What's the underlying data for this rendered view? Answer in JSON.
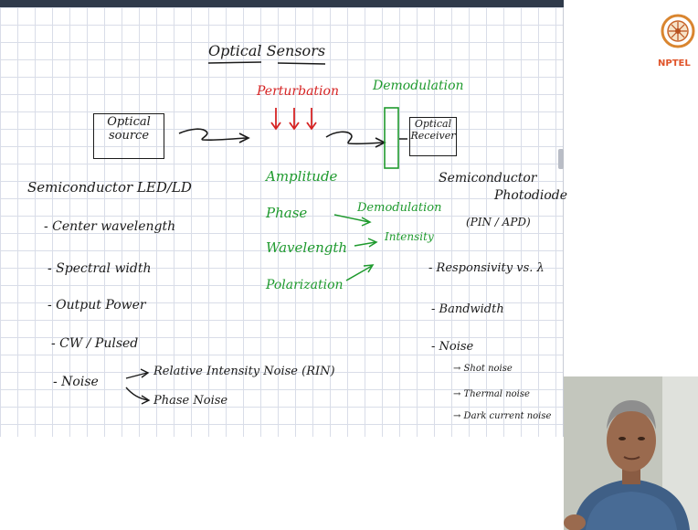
{
  "title": "Optical Sensors",
  "flow": {
    "source_line1": "Optical",
    "source_line2": "source",
    "perturbation": "Perturbation",
    "demodulation": "Demodulation",
    "receiver_line1": "Optical",
    "receiver_line2": "Receiver"
  },
  "left": {
    "heading": "Semiconductor LED/LD",
    "items": [
      "- Center wavelength",
      "- Spectral width",
      "- Output Power",
      "- CW / Pulsed",
      "- Noise"
    ],
    "noise_sub1": "Relative Intensity Noise (RIN)",
    "noise_sub2": "Phase Noise"
  },
  "middle": {
    "items": [
      "Amplitude",
      "Phase",
      "Wavelength",
      "Polarization"
    ],
    "demodulation": "Demodulation",
    "intensity": "Intensity"
  },
  "right": {
    "heading_line1": "Semiconductor",
    "heading_line2": "Photodiode",
    "heading_line3": "(PIN / APD)",
    "items": [
      "- Responsivity vs. λ",
      "- Bandwidth",
      "- Noise"
    ],
    "noise_subs": [
      "→ Shot noise",
      "→ Thermal noise",
      "→ Dark current noise"
    ]
  },
  "logo_text": "NPTEL",
  "colors": {
    "ink": "#1a1a1a",
    "red": "#d62424",
    "green": "#1f9a2e",
    "nptel": "#e0542a"
  }
}
